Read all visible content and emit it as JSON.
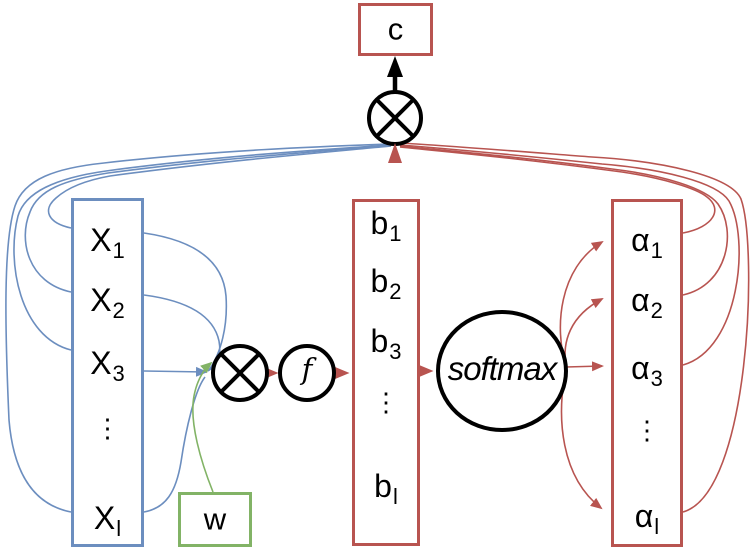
{
  "diagram": {
    "context_box": {
      "label": "c"
    },
    "weight_box": {
      "label": "w"
    },
    "f_node": {
      "label": "f"
    },
    "softmax_node": {
      "label": "softmax"
    },
    "input_column": {
      "items": [
        {
          "base": "X",
          "sub": "1"
        },
        {
          "base": "X",
          "sub": "2"
        },
        {
          "base": "X",
          "sub": "3"
        },
        {
          "base": "⋮",
          "sub": ""
        },
        {
          "base": "X",
          "sub": "l"
        }
      ]
    },
    "score_column": {
      "items": [
        {
          "base": "b",
          "sub": "1"
        },
        {
          "base": "b",
          "sub": "2"
        },
        {
          "base": "b",
          "sub": "3"
        },
        {
          "base": "⋮",
          "sub": ""
        },
        {
          "base": "b",
          "sub": "l"
        }
      ]
    },
    "alpha_column": {
      "items": [
        {
          "base": "α",
          "sub": "1"
        },
        {
          "base": "α",
          "sub": "2"
        },
        {
          "base": "α",
          "sub": "3"
        },
        {
          "base": "⋮",
          "sub": ""
        },
        {
          "base": "α",
          "sub": "l"
        }
      ]
    },
    "operators": {
      "multiply_top": "⊗",
      "multiply_mid": "⊗"
    },
    "colors": {
      "input_blue": "#6c8ebf",
      "weight_green": "#82b366",
      "attention_red": "#b85450",
      "black": "#000000"
    }
  }
}
